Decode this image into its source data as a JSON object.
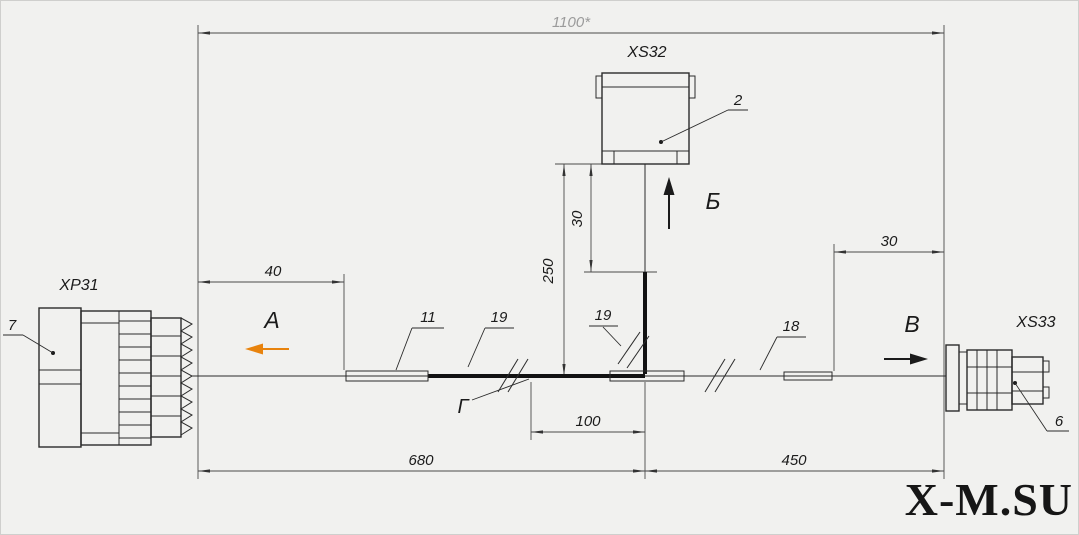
{
  "drawing": {
    "watermark": "X-M.SU",
    "dims": {
      "total": "1100*",
      "left_offset": "40",
      "branch_height": "250",
      "branch_top": "30",
      "right_offset": "30",
      "junction_offset": "100",
      "left_span": "680",
      "right_span": "450"
    },
    "connectors": {
      "left": {
        "name": "XP31",
        "item": "7"
      },
      "top": {
        "name": "XS32",
        "item": "2"
      },
      "right": {
        "name": "XS33",
        "item": "6"
      }
    },
    "callouts": {
      "i11": "11",
      "i19a": "19",
      "i19b": "19",
      "i18": "18"
    },
    "views": {
      "a": "А",
      "b": "Б",
      "v": "В",
      "g": "Г"
    },
    "colors": {
      "accent": "#e8830d",
      "line": "#2b2b2b",
      "muted": "#9b9b9b",
      "background": "#f1f1ef"
    }
  }
}
